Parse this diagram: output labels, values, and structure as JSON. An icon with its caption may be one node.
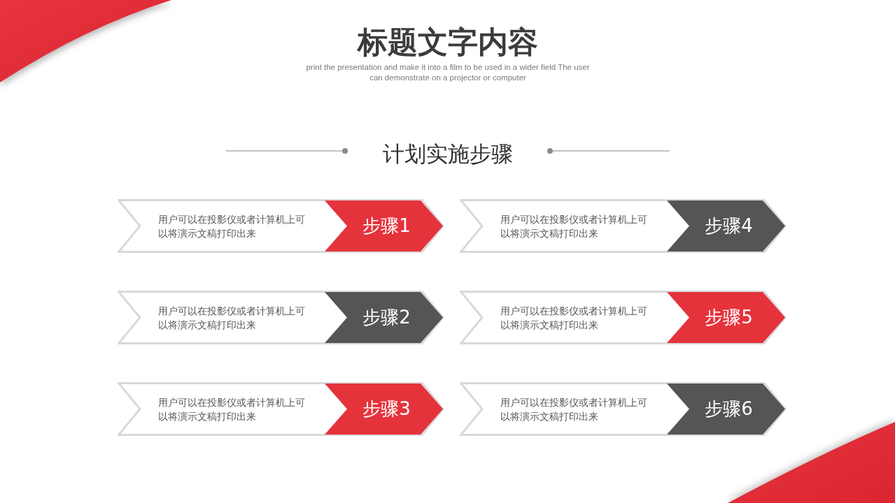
{
  "diagram": {
    "title": "标题文字内容",
    "nodes": [
      {
        "text": [
          "用户可以在投影仪或者计算机上可以将演示文稿打印出来"
        ]
      },
      {
        "text": [
          "步骤1"
        ],
        "in": 0
      },
      {
        "text": [
          "用户可以在投影仪或者计算机上可以将演示文稿打印出来"
        ]
      },
      {
        "text": [
          "步骤4"
        ],
        "in": 2
      },
      {
        "text": [
          "用户可以在投影仪或者计算机上可以将演示文稿打印出来"
        ]
      },
      {
        "text": [
          "步骤2"
        ],
        "in": 4
      },
      {
        "text": [
          "用户可以在投影仪或者计算机上可以将演示文稿打印出来"
        ]
      },
      {
        "text": [
          "步骤5"
        ],
        "in": 6
      },
      {
        "text": [
          "用户可以在投影仪或者计算机上可以将演示文稿打印出来"
        ]
      },
      {
        "text": [
          "步骤3"
        ],
        "in": 8
      },
      {
        "text": [
          "用户可以在投影仪或者计算机上可以将演示文稿打印出来"
        ]
      },
      {
        "text": [
          "步骤6"
        ],
        "in": 10
      }
    ],
    "labels": [
      "print the presentation and make it into a film to be used in a wider field The user can demonstrate on a projector or computer",
      "计划实施步骤"
    ]
  }
}
